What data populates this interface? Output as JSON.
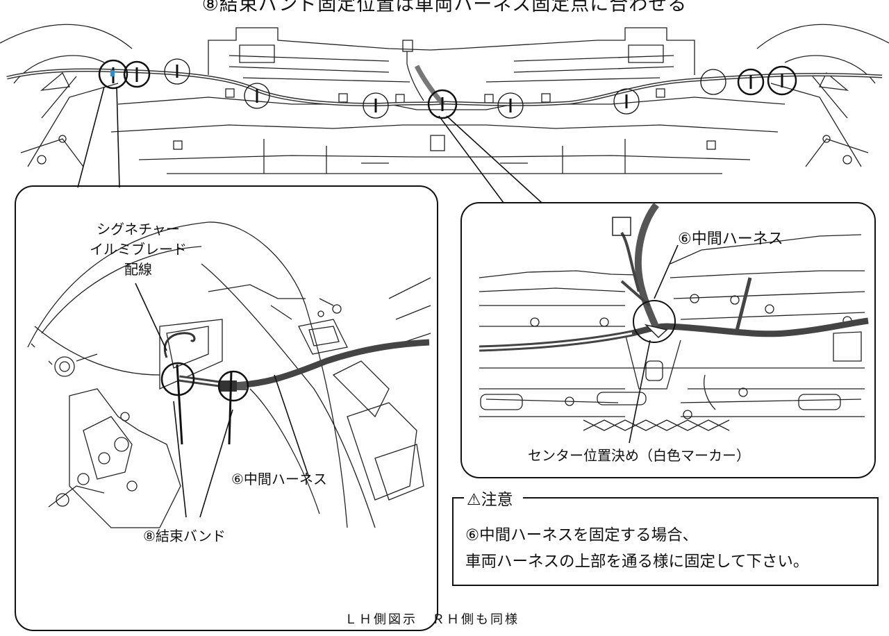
{
  "title": "⑧結束バンド固定位置は車両ハーネス固定点に合わせる",
  "left_panel": {
    "callout_signature": [
      "シグネチャー",
      "イルミブレード",
      "配線"
    ],
    "callout_harness": "⑥中間ハーネス",
    "callout_band": "⑧結束バンド",
    "footnote": "ＬＨ側図示　ＲＨ側も同様"
  },
  "right_panel": {
    "callout_harness": "⑥中間ハーネス",
    "callout_center": "センター位置決め（白色マーカー）"
  },
  "caution": {
    "heading": "⚠注意",
    "lines": [
      "⑥中間ハーネスを固定する場合、",
      "車両ハーネスの上部を通る様に固定して下さい。"
    ]
  }
}
